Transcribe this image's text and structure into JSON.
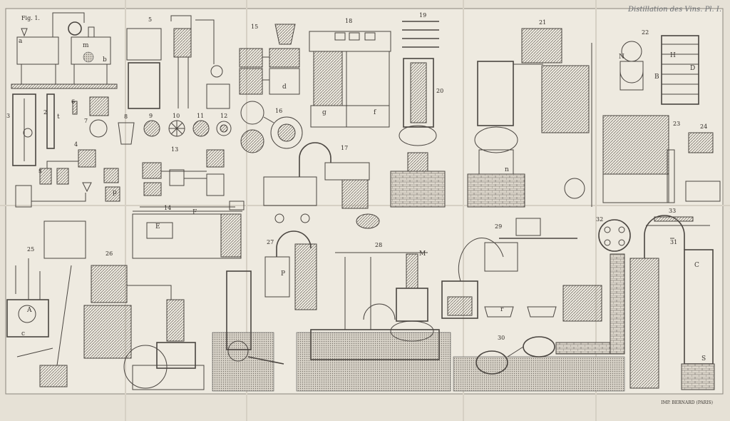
{
  "plate": {
    "header": "Distillation des Vins. Pl. I.",
    "imprint": "IMP. BERNARD (PARIS)",
    "first_figure_label": "Fig. 1."
  },
  "figures": [
    {
      "key": "f1",
      "number": "Fig. 1."
    },
    {
      "key": "f2",
      "number": "2"
    },
    {
      "key": "f3",
      "number": "3"
    },
    {
      "key": "f4",
      "number": "4"
    },
    {
      "key": "f5",
      "number": "5"
    },
    {
      "key": "f6",
      "number": "6"
    },
    {
      "key": "f7",
      "number": "7"
    },
    {
      "key": "f8",
      "number": "8"
    },
    {
      "key": "f9",
      "number": "9"
    },
    {
      "key": "f10",
      "number": "10"
    },
    {
      "key": "f11",
      "number": "11"
    },
    {
      "key": "f12",
      "number": "12"
    },
    {
      "key": "f13",
      "number": "13"
    },
    {
      "key": "f14",
      "number": "14"
    },
    {
      "key": "f15",
      "number": "15"
    },
    {
      "key": "f16",
      "number": "16"
    },
    {
      "key": "f17",
      "number": "17"
    },
    {
      "key": "f18",
      "number": "18"
    },
    {
      "key": "f19",
      "number": "19"
    },
    {
      "key": "f20",
      "number": "20"
    },
    {
      "key": "f21",
      "number": "21"
    },
    {
      "key": "f22",
      "number": "22"
    },
    {
      "key": "f23",
      "number": "23"
    },
    {
      "key": "f24",
      "number": "24"
    },
    {
      "key": "f25",
      "number": "25"
    },
    {
      "key": "f26",
      "number": "26"
    },
    {
      "key": "f27",
      "number": "27"
    },
    {
      "key": "f28",
      "number": "28"
    },
    {
      "key": "f29",
      "number": "29"
    },
    {
      "key": "f30",
      "number": "30"
    },
    {
      "key": "f31",
      "number": "31"
    },
    {
      "key": "f32",
      "number": "32"
    },
    {
      "key": "f33",
      "number": "33"
    }
  ],
  "part_letters": [
    "A",
    "B",
    "C",
    "D",
    "E",
    "F",
    "H",
    "M",
    "N",
    "P",
    "S",
    "a",
    "b",
    "c",
    "d",
    "f",
    "g",
    "m",
    "n",
    "p",
    "r",
    "s",
    "t"
  ]
}
